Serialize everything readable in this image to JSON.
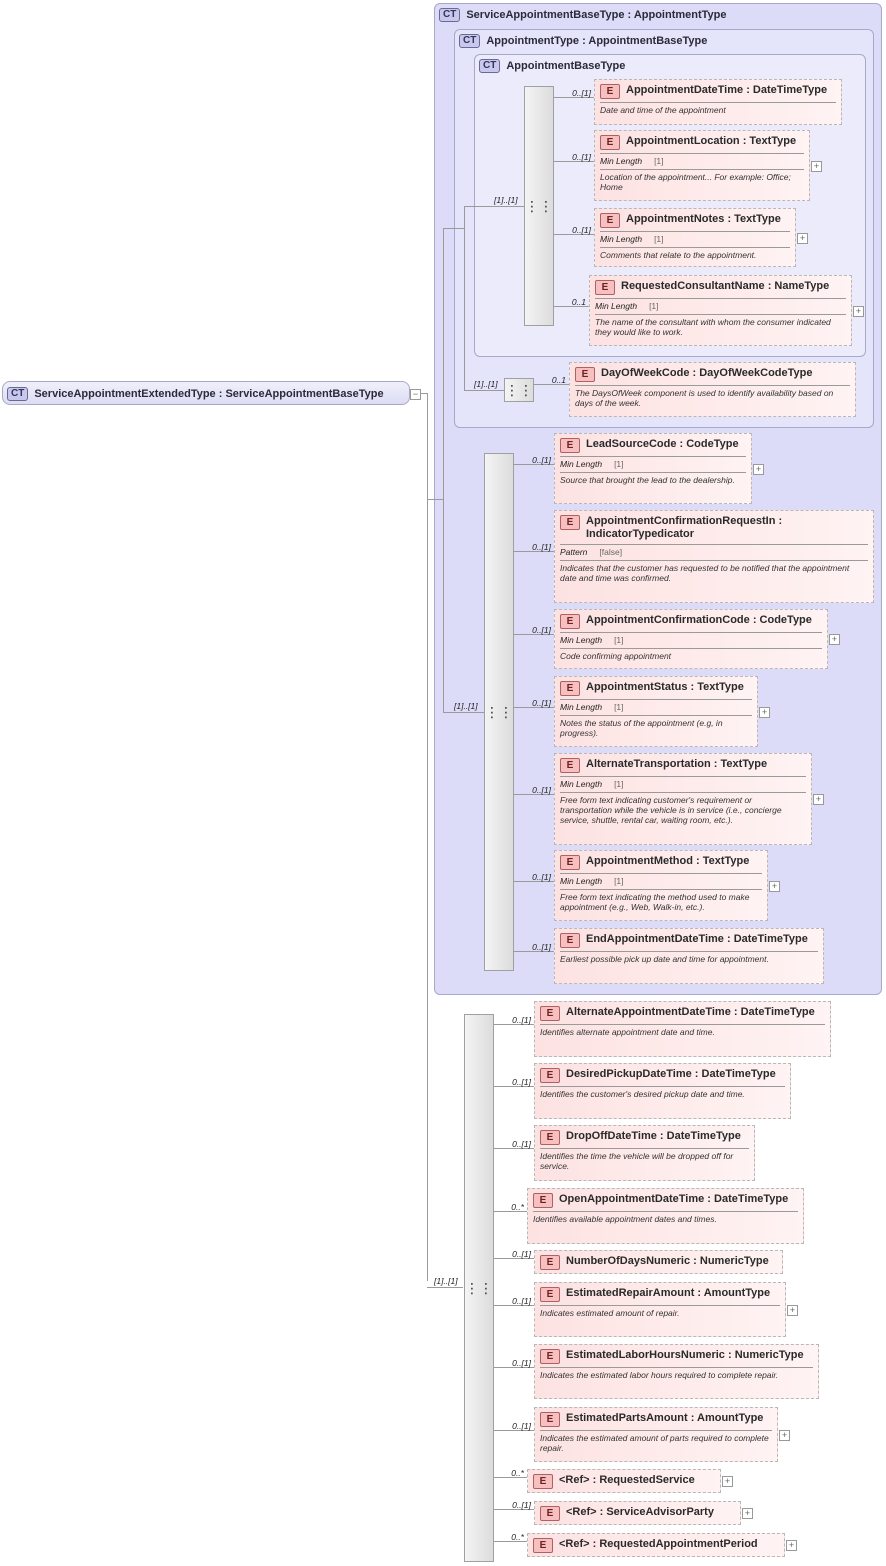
{
  "root": {
    "badge": "CT",
    "title": "ServiceAppointmentExtendedType : ServiceAppointmentBaseType"
  },
  "base_type": {
    "badge": "CT",
    "title": "ServiceAppointmentBaseType : AppointmentType"
  },
  "appointment_type": {
    "badge": "CT",
    "title": "AppointmentType : AppointmentBaseType"
  },
  "appointment_base_type": {
    "badge": "CT",
    "title": "AppointmentBaseType"
  },
  "element_badge": "E",
  "cardinalities": {
    "seq_base": "[1]..[1]",
    "seq_appt_type": "[1]..[1]",
    "seq_base_type": "[1]..[1]",
    "seq_root": "[1]..[1]"
  },
  "elements": [
    {
      "title": "AppointmentDateTime : DateTimeType",
      "card": "0..[1]",
      "facet": "",
      "facet_val": "",
      "desc": "Date and time of the appointment"
    },
    {
      "title": "AppointmentLocation : TextType",
      "card": "0..[1]",
      "facet": "Min Length",
      "facet_val": "[1]",
      "desc": "Location of the appointment... For example: Office; Home"
    },
    {
      "title": "AppointmentNotes : TextType",
      "card": "0..[1]",
      "facet": "Min Length",
      "facet_val": "[1]",
      "desc": "Comments that relate to the appointment."
    },
    {
      "title": "RequestedConsultantName : NameType",
      "card": "0..1",
      "facet": "Min Length",
      "facet_val": "[1]",
      "desc": "The name of the consultant with whom the consumer indicated they would like to work."
    },
    {
      "title": "DayOfWeekCode : DayOfWeekCodeType",
      "card": "0..1",
      "facet": "",
      "facet_val": "",
      "desc": "The DaysOfWeek component is used to identify availability based on days of the week."
    },
    {
      "title": "LeadSourceCode : CodeType",
      "card": "0..[1]",
      "facet": "Min Length",
      "facet_val": "[1]",
      "desc": "Source that brought the lead to the dealership."
    },
    {
      "title": "AppointmentConfirmationRequestIn : IndicatorTypedicator",
      "card": "0..[1]",
      "facet": "Pattern",
      "facet_val": "[false]",
      "desc": "Indicates that the customer has requested to be notified that the appointment date and time was confirmed."
    },
    {
      "title": "AppointmentConfirmationCode : CodeType",
      "card": "0..[1]",
      "facet": "Min Length",
      "facet_val": "[1]",
      "desc": "Code confirming appointment"
    },
    {
      "title": "AppointmentStatus : TextType",
      "card": "0..[1]",
      "facet": "Min Length",
      "facet_val": "[1]",
      "desc": "Notes the status of the appointment (e.g, in progress)."
    },
    {
      "title": "AlternateTransportation : TextType",
      "card": "0..[1]",
      "facet": "Min Length",
      "facet_val": "[1]",
      "desc": "Free form text indicating customer's requirement or transportation while the vehicle is in service (i.e., concierge service, shuttle, rental car, waiting room, etc.)."
    },
    {
      "title": "AppointmentMethod : TextType",
      "card": "0..[1]",
      "facet": "Min Length",
      "facet_val": "[1]",
      "desc": "Free form text indicating the method used to make appointment (e.g., Web, Walk-in, etc.)."
    },
    {
      "title": "EndAppointmentDateTime : DateTimeType",
      "card": "0..[1]",
      "facet": "",
      "facet_val": "",
      "desc": "Earliest possible pick up date and time for appointment."
    },
    {
      "title": "AlternateAppointmentDateTime : DateTimeType",
      "card": "0..[1]",
      "facet": "",
      "facet_val": "",
      "desc": "Identifies alternate appointment date and time."
    },
    {
      "title": "DesiredPickupDateTime : DateTimeType",
      "card": "0..[1]",
      "facet": "",
      "facet_val": "",
      "desc": "Identifies the customer's desired pickup date and time."
    },
    {
      "title": "DropOffDateTime : DateTimeType",
      "card": "0..[1]",
      "facet": "",
      "facet_val": "",
      "desc": "Identifies the time the vehicle will be dropped off for service."
    },
    {
      "title": "OpenAppointmentDateTime : DateTimeType",
      "card": "0..*",
      "facet": "",
      "facet_val": "",
      "desc": "Identifies available appointment dates and times."
    },
    {
      "title": "NumberOfDaysNumeric : NumericType",
      "card": "0..[1]",
      "facet": "",
      "facet_val": "",
      "desc": ""
    },
    {
      "title": "EstimatedRepairAmount : AmountType",
      "card": "0..[1]",
      "facet": "",
      "facet_val": "",
      "desc": "Indicates estimated amount of repair."
    },
    {
      "title": "EstimatedLaborHoursNumeric : NumericType",
      "card": "0..[1]",
      "facet": "",
      "facet_val": "",
      "desc": "Indicates the estimated labor hours required to complete repair."
    },
    {
      "title": "EstimatedPartsAmount : AmountType",
      "card": "0..[1]",
      "facet": "",
      "facet_val": "",
      "desc": "Indicates the estimated amount of parts required to complete repair."
    },
    {
      "title": "<Ref>   : RequestedService",
      "card": "0..*",
      "facet": "",
      "facet_val": "",
      "desc": ""
    },
    {
      "title": "<Ref>   : ServiceAdvisorParty",
      "card": "0..[1]",
      "facet": "",
      "facet_val": "",
      "desc": ""
    },
    {
      "title": "<Ref>   : RequestedAppointmentPeriod",
      "card": "0..*",
      "facet": "",
      "facet_val": "",
      "desc": ""
    }
  ]
}
